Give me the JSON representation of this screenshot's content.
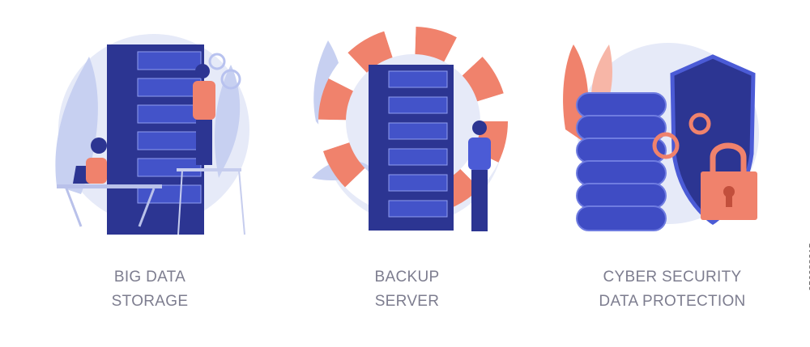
{
  "panels": [
    {
      "line1": "BIG DATA",
      "line2": "STORAGE"
    },
    {
      "line1": "BACKUP",
      "line2": "SERVER"
    },
    {
      "line1": "CYBER SECURITY",
      "line2": "DATA PROTECTION"
    }
  ],
  "side_id": "356288215",
  "colors": {
    "server": "#2b3491",
    "server_light": "#4b5bd6",
    "blob": "#e5e9f8",
    "leaf": "#c8d1f2",
    "coral": "#f0826c",
    "shield": "#3f4cc4"
  }
}
